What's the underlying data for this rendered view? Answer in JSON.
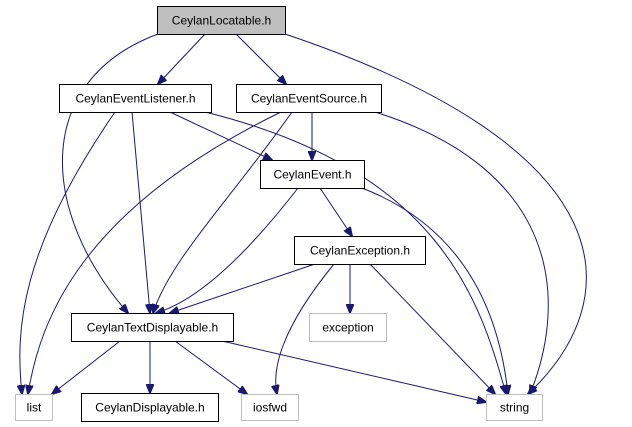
{
  "graph": {
    "colors": {
      "edge": "#191970",
      "highlight_fill": "#bfbfbf",
      "node_border": "#000000",
      "external_border": "#bfbfbf",
      "node_fill": "#ffffff"
    },
    "nodes": [
      {
        "id": "locatable",
        "label": "CeylanLocatable.h",
        "kind": "highlight"
      },
      {
        "id": "listener",
        "label": "CeylanEventListener.h",
        "kind": "file"
      },
      {
        "id": "source",
        "label": "CeylanEventSource.h",
        "kind": "file"
      },
      {
        "id": "event",
        "label": "CeylanEvent.h",
        "kind": "file"
      },
      {
        "id": "exception_h",
        "label": "CeylanException.h",
        "kind": "file"
      },
      {
        "id": "textdisp",
        "label": "CeylanTextDisplayable.h",
        "kind": "file"
      },
      {
        "id": "exception",
        "label": "exception",
        "kind": "external"
      },
      {
        "id": "list",
        "label": "list",
        "kind": "external"
      },
      {
        "id": "displayable",
        "label": "CeylanDisplayable.h",
        "kind": "file"
      },
      {
        "id": "iosfwd",
        "label": "iosfwd",
        "kind": "external"
      },
      {
        "id": "string",
        "label": "string",
        "kind": "external"
      }
    ],
    "edges": [
      [
        "locatable",
        "listener"
      ],
      [
        "locatable",
        "source"
      ],
      [
        "locatable",
        "textdisp"
      ],
      [
        "locatable",
        "string"
      ],
      [
        "listener",
        "event"
      ],
      [
        "listener",
        "list"
      ],
      [
        "listener",
        "textdisp"
      ],
      [
        "listener",
        "string"
      ],
      [
        "source",
        "event"
      ],
      [
        "source",
        "list"
      ],
      [
        "source",
        "textdisp"
      ],
      [
        "source",
        "string"
      ],
      [
        "event",
        "exception_h"
      ],
      [
        "event",
        "textdisp"
      ],
      [
        "event",
        "string"
      ],
      [
        "exception_h",
        "textdisp"
      ],
      [
        "exception_h",
        "exception"
      ],
      [
        "exception_h",
        "iosfwd"
      ],
      [
        "exception_h",
        "string"
      ],
      [
        "textdisp",
        "list"
      ],
      [
        "textdisp",
        "displayable"
      ],
      [
        "textdisp",
        "iosfwd"
      ],
      [
        "textdisp",
        "string"
      ]
    ]
  }
}
